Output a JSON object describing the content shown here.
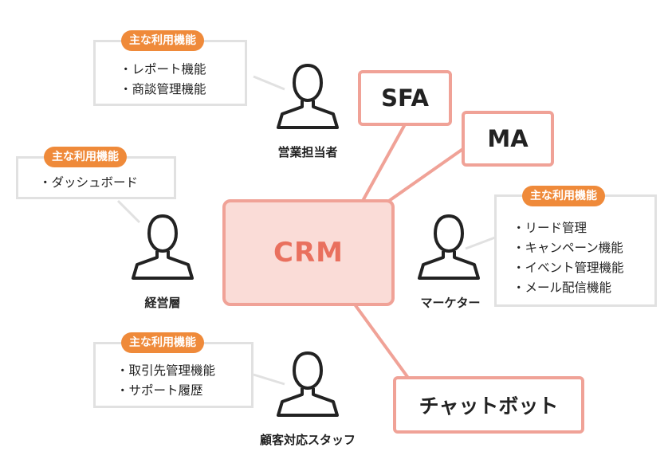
{
  "center": {
    "label": "CRM"
  },
  "tools": {
    "sfa": "SFA",
    "ma": "MA",
    "chatbot": "チャットボット"
  },
  "roles": {
    "sales": {
      "label": "営業担当者",
      "badge": "主な利用機能",
      "features": [
        "レポート機能",
        "商談管理機能"
      ]
    },
    "management": {
      "label": "経営層",
      "badge": "主な利用機能",
      "features": [
        "ダッシュボード"
      ]
    },
    "marketer": {
      "label": "マーケター",
      "badge": "主な利用機能",
      "features": [
        "リード管理",
        "キャンペーン機能",
        "イベント管理機能",
        "メール配信機能"
      ]
    },
    "support": {
      "label": "顧客対応スタッフ",
      "badge": "主な利用機能",
      "features": [
        "取引先管理機能",
        "サポート履歴"
      ]
    }
  },
  "colors": {
    "accent": "#f0a297",
    "crm_fill": "#fadcd7",
    "crm_text": "#e9705e",
    "badge": "#ef8a3a",
    "panel_border": "#e1e1e1"
  },
  "icons": [
    "person-icon"
  ]
}
